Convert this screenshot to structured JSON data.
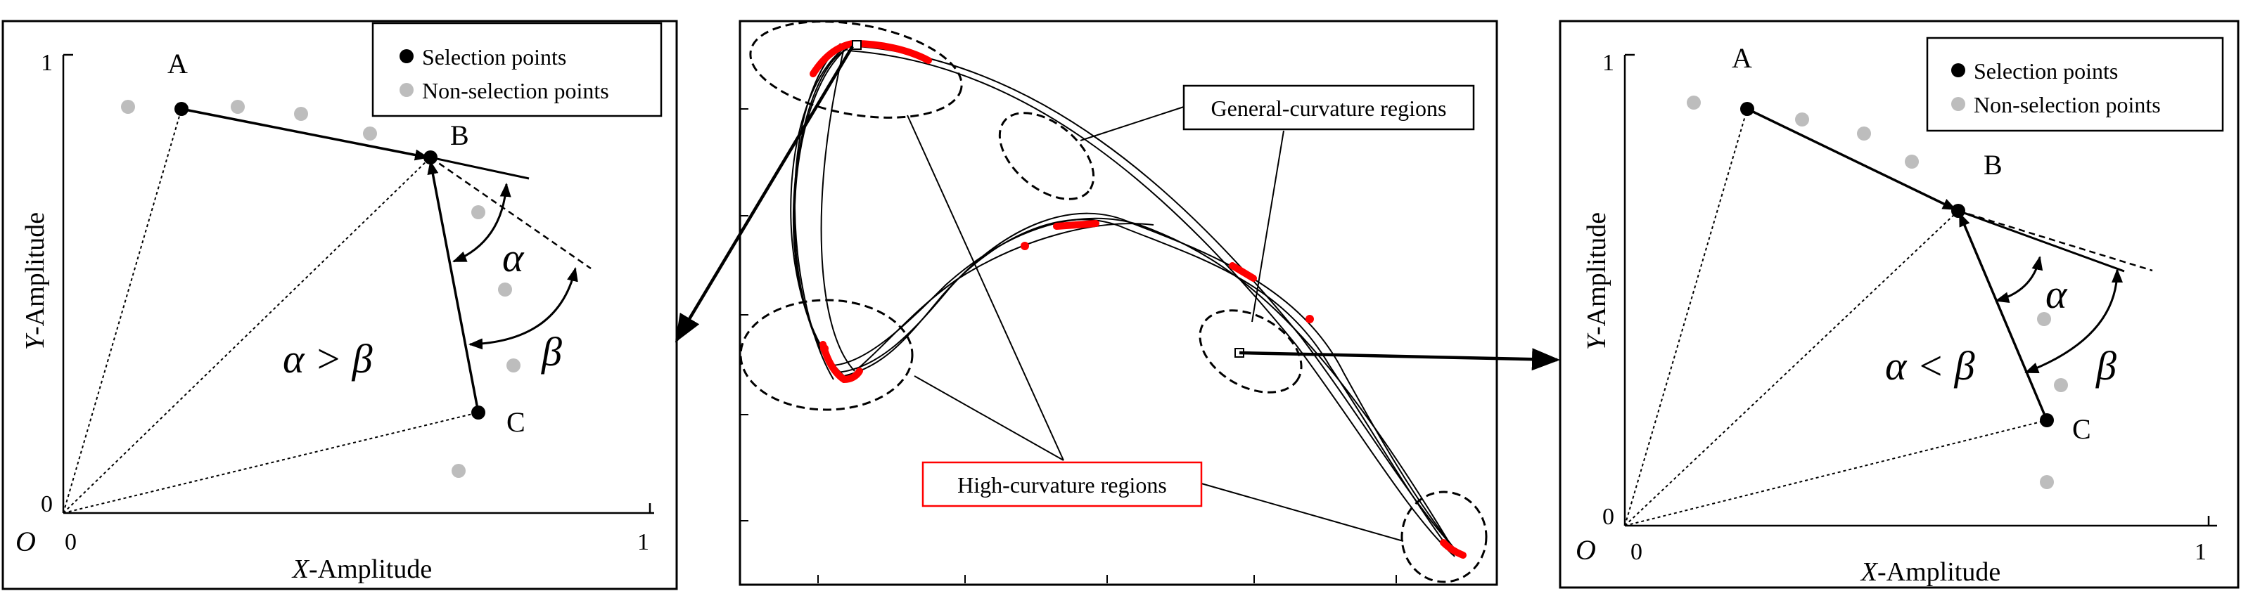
{
  "left_panel": {
    "legend": {
      "selection": "Selection points",
      "non_selection": "Non-selection points"
    },
    "y_axis_label_italic": "Y",
    "y_axis_label_rest": "-Amplitude",
    "x_axis_label_italic": "X",
    "x_axis_label_rest": "-Amplitude",
    "y_tick_top": "1",
    "y_tick_bottom": "0",
    "x_tick_left": "0",
    "x_tick_right": "1",
    "origin": "O",
    "point_a": "A",
    "point_b": "B",
    "point_c": "C",
    "alpha": "α",
    "beta": "β",
    "relation": "α > β"
  },
  "middle_panel": {
    "general_label": "General-curvature regions",
    "high_label": "High-curvature regions"
  },
  "right_panel": {
    "legend": {
      "selection": "Selection points",
      "non_selection": "Non-selection points"
    },
    "y_axis_label_italic": "Y",
    "y_axis_label_rest": "-Amplitude",
    "x_axis_label_italic": "X",
    "x_axis_label_rest": "-Amplitude",
    "y_tick_top": "1",
    "y_tick_bottom": "0",
    "x_tick_left": "0",
    "x_tick_right": "1",
    "origin": "O",
    "point_a": "A",
    "point_b": "B",
    "point_c": "C",
    "alpha": "α",
    "beta": "β",
    "relation": "α < β"
  },
  "colors": {
    "ink": "#000000",
    "non_selection_point": "#bdbdbd",
    "high_curvature": "#ff0000"
  }
}
